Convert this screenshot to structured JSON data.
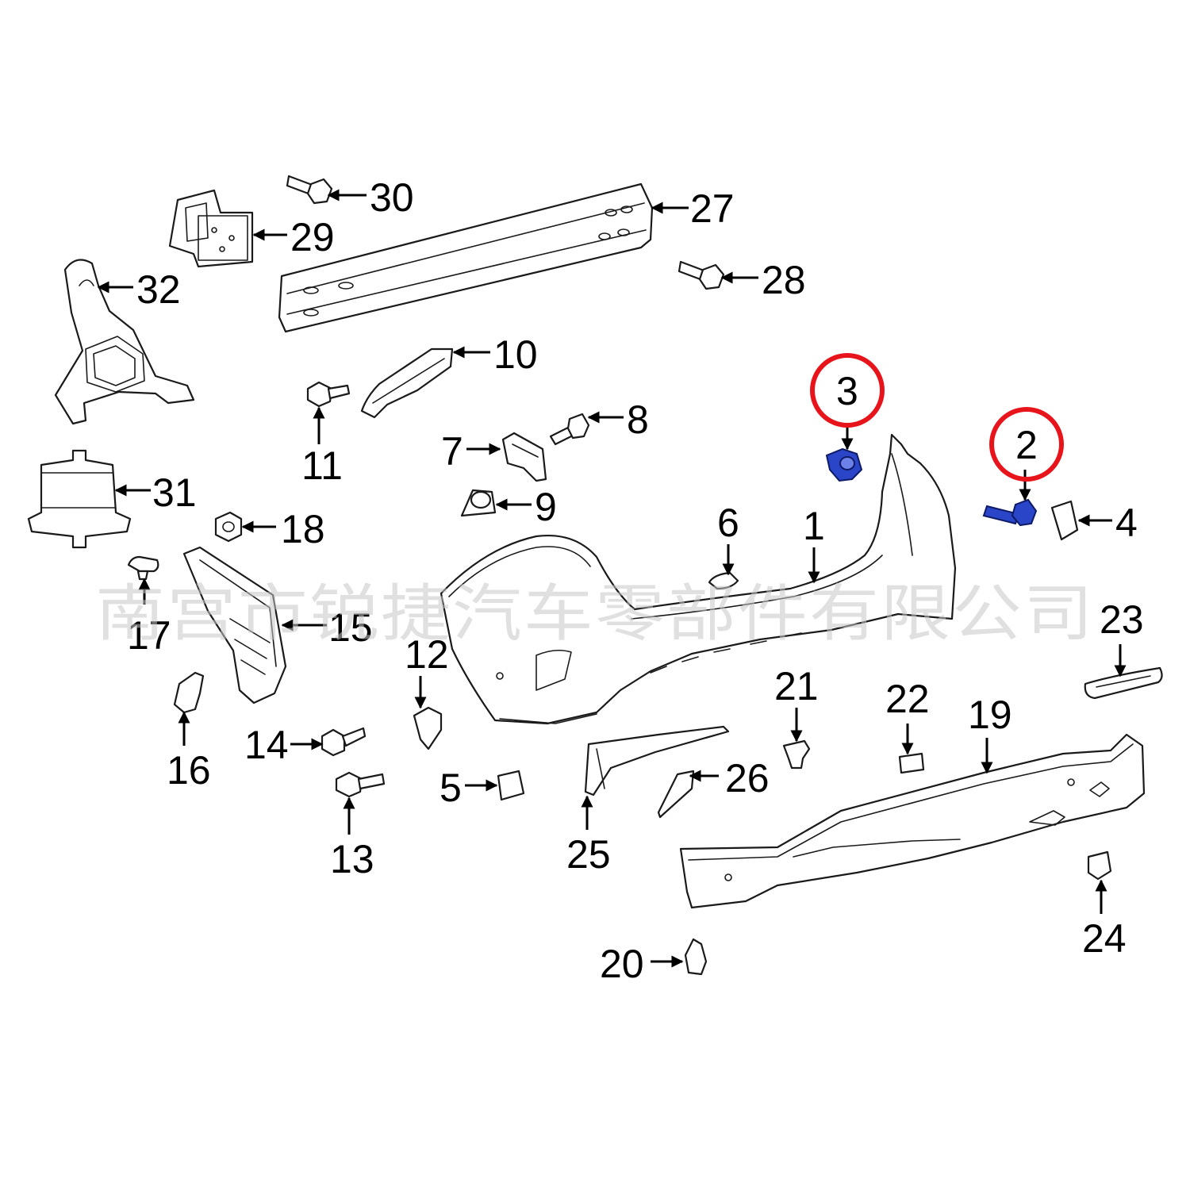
{
  "labels": {
    "l1": "1",
    "l2": "2",
    "l3": "3",
    "l4": "4",
    "l5": "5",
    "l6": "6",
    "l7": "7",
    "l8": "8",
    "l9": "9",
    "l10": "10",
    "l11": "11",
    "l12": "12",
    "l13": "13",
    "l14": "14",
    "l15": "15",
    "l16": "16",
    "l17": "17",
    "l18": "18",
    "l19": "19",
    "l20": "20",
    "l21": "21",
    "l22": "22",
    "l23": "23",
    "l24": "24",
    "l25": "25",
    "l26": "26",
    "l27": "27",
    "l28": "28",
    "l29": "29",
    "l30": "30",
    "l31": "31",
    "l32": "32"
  },
  "watermark": "南宫市锐捷汽车零部件有限公司",
  "colors": {
    "highlight_ring": "#e8141b",
    "highlight_part": "#2b45c9"
  },
  "highlighted_parts": [
    "2",
    "3"
  ]
}
